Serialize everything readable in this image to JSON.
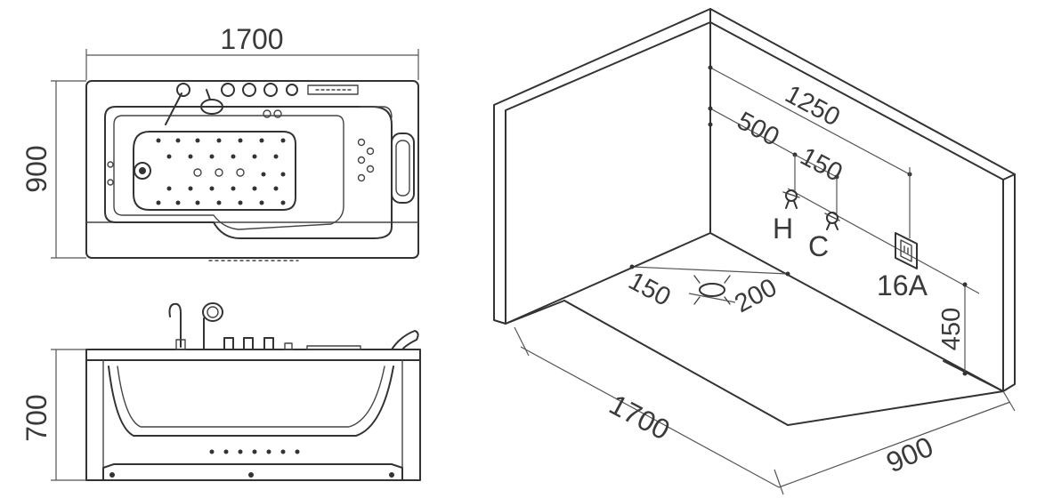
{
  "top_view": {
    "length_label": "1700",
    "width_label": "900"
  },
  "side_view": {
    "height_label": "700"
  },
  "room_view": {
    "dim_1250": "1250",
    "dim_500": "500",
    "dim_150_top": "150",
    "label_hot": "H",
    "label_cold": "C",
    "label_power": "16A",
    "dim_150_drain": "150",
    "dim_200_drain": "200",
    "dim_450": "450",
    "dim_1700": "1700",
    "dim_900": "900"
  },
  "colors": {
    "line": "#333333",
    "text": "#3a3a3a",
    "background": "#ffffff"
  }
}
